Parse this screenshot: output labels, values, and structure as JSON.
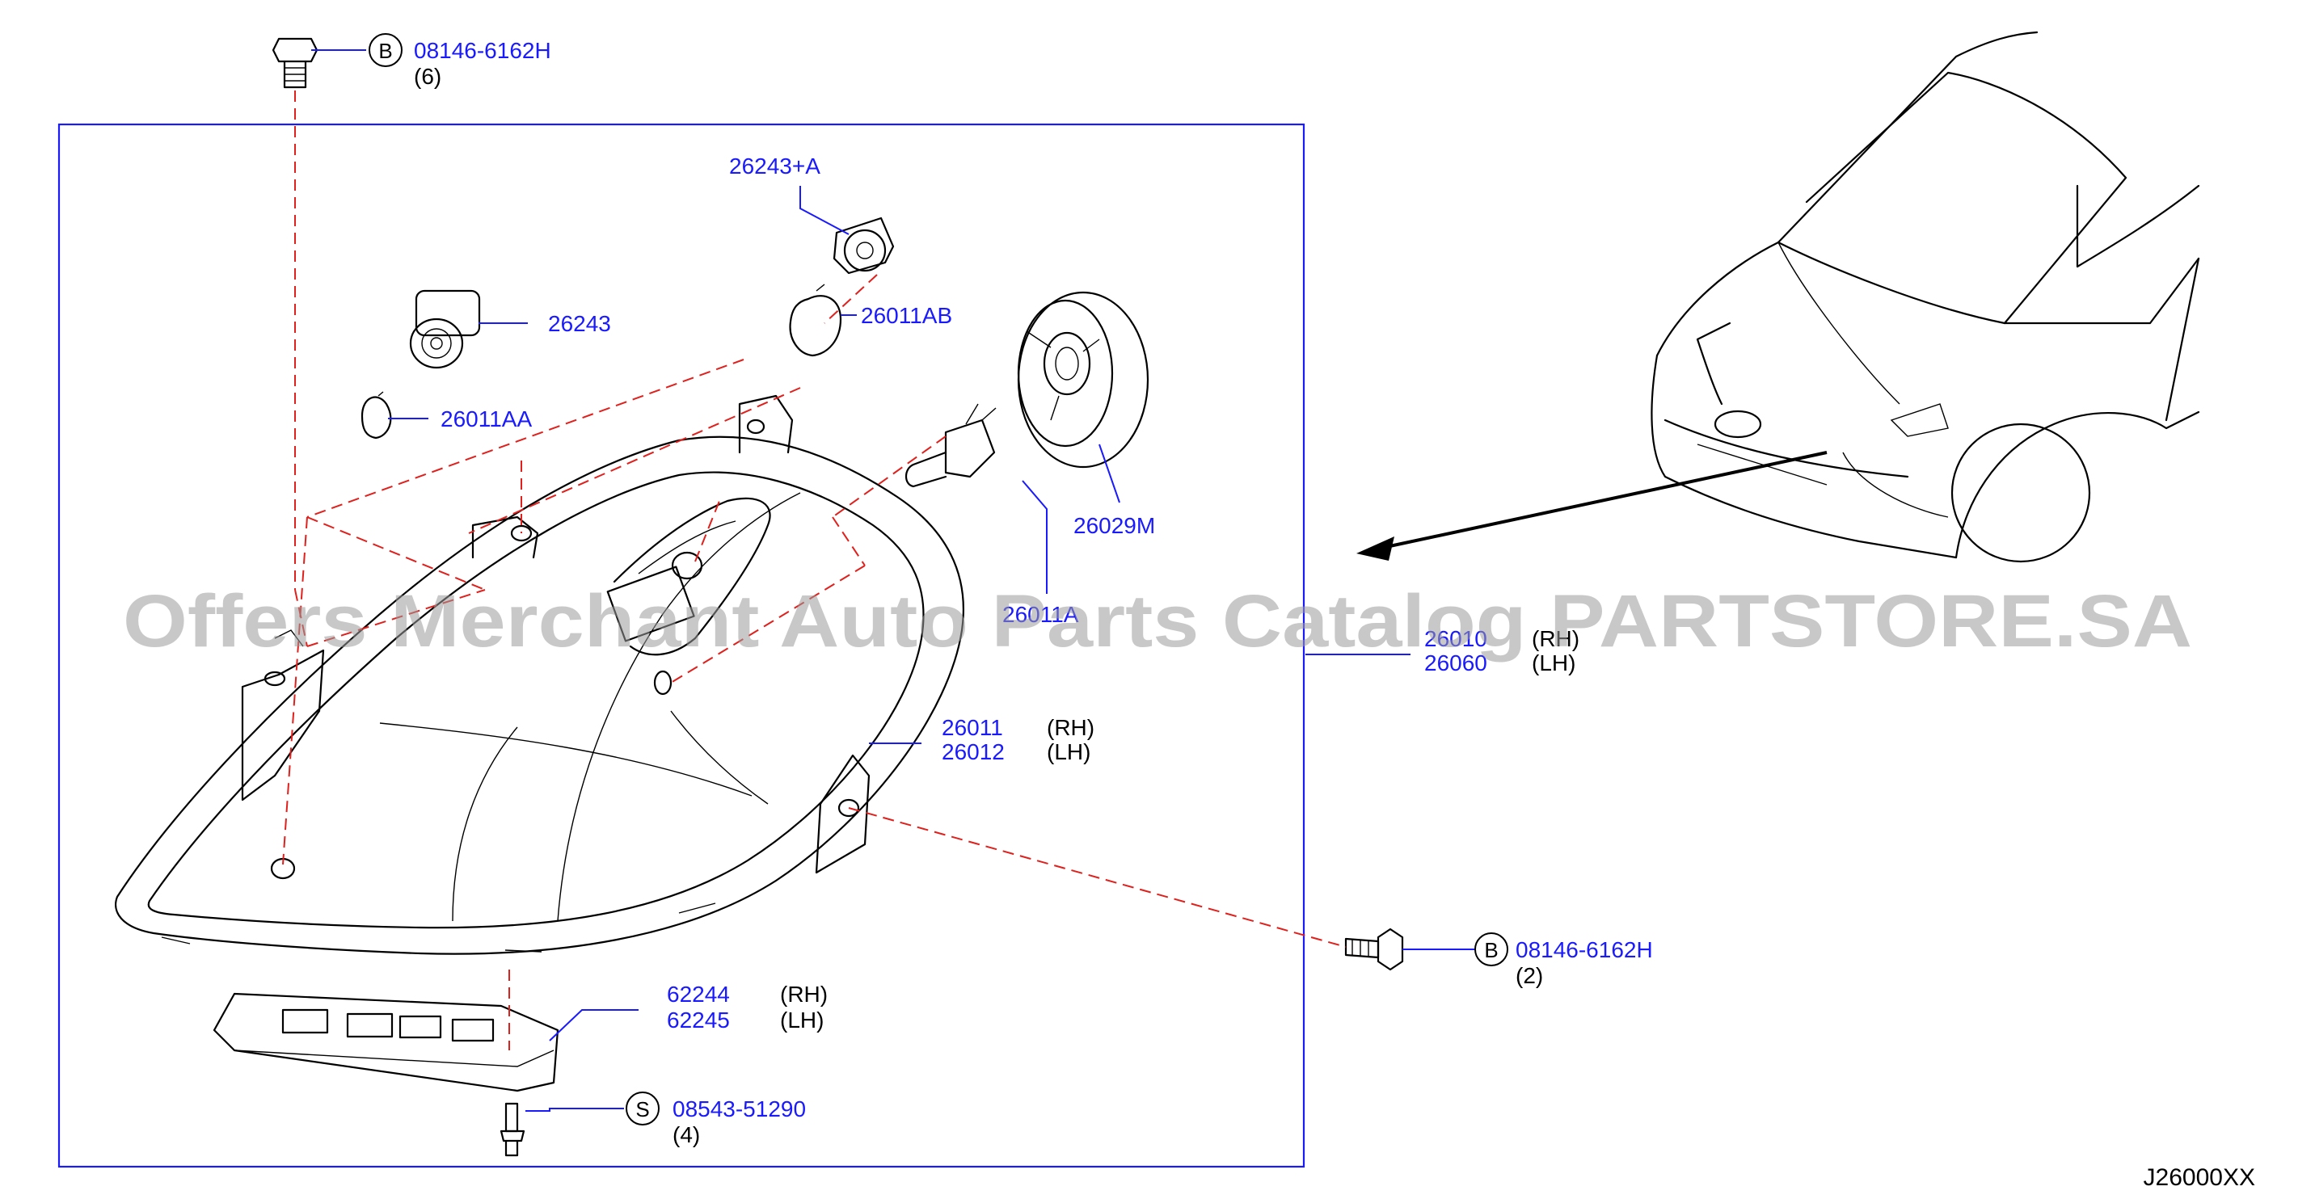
{
  "watermark": "Offers Merchant Auto Parts Catalog PARTSTORE.SA",
  "diagram_code": "J26000XX",
  "callouts": {
    "bolt_top": {
      "letter": "B",
      "part": "08146-6162H",
      "qty": "(6)"
    },
    "bolt_right": {
      "letter": "B",
      "part": "08146-6162H",
      "qty": "(2)"
    },
    "screw_bottom": {
      "letter": "S",
      "part": "08543-51290",
      "qty": "(4)"
    }
  },
  "labels": {
    "socket_top": "26243+A",
    "socket_side": "26243",
    "bulb_ab": "26011AB",
    "bulb_aa": "26011AA",
    "cap": "26029M",
    "bulb_h": "26011A",
    "assembly_rh": "26010",
    "assembly_lh": "26060",
    "lamp_rh": "26011",
    "lamp_lh": "26012",
    "bracket_rh": "62244",
    "bracket_lh": "62245",
    "rh": "(RH)",
    "lh": "(LH)"
  }
}
